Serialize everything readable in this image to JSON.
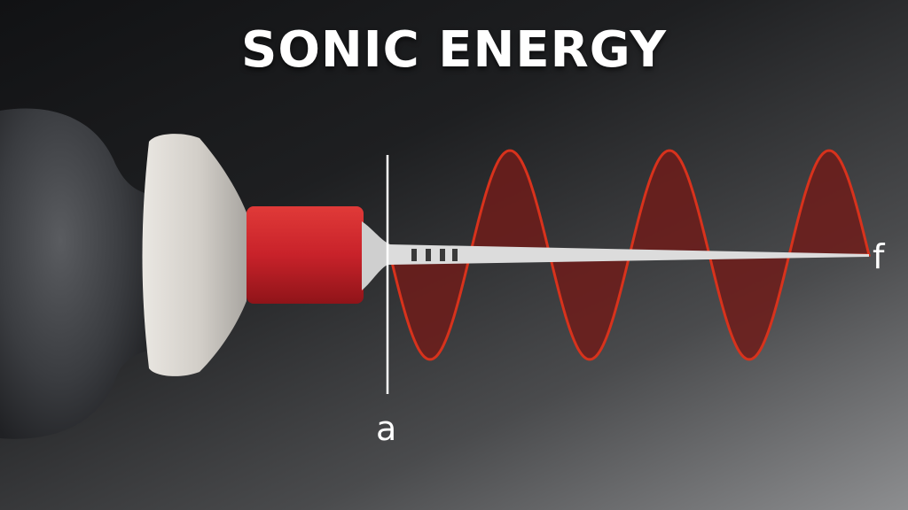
{
  "title": "SONIC ENERGY",
  "labels": {
    "start": "a",
    "end": "f"
  },
  "colors": {
    "wave_fill": "#6e1c1a",
    "wave_stroke": "#d8321c",
    "collar": "#c8222a",
    "cup": "#d7d3cd",
    "handpiece": "#3b3d40",
    "file": "#d9d9d9"
  },
  "icons": {
    "handpiece": "dental-handpiece-icon",
    "file": "endodontic-file-icon"
  }
}
